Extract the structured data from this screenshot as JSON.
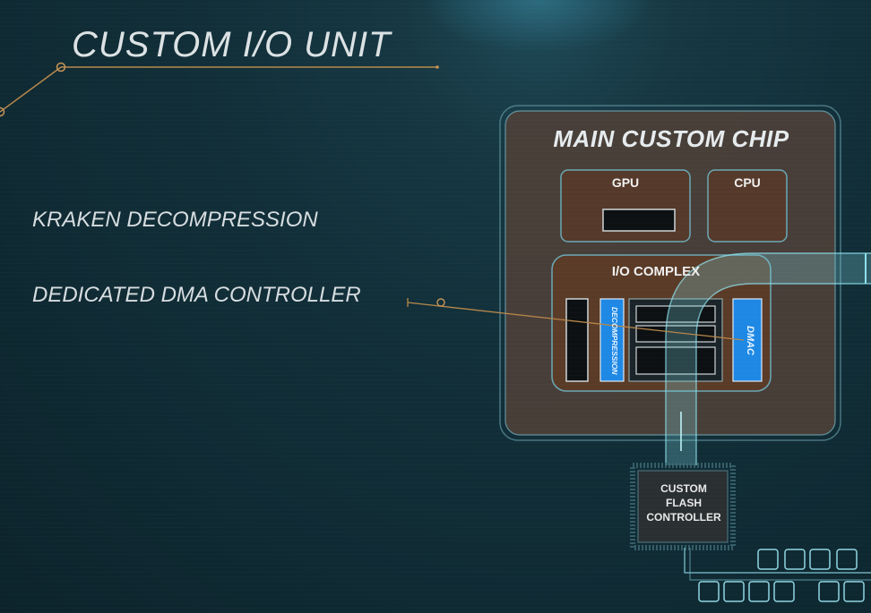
{
  "title": "CUSTOM I/O UNIT",
  "features": [
    "KRAKEN DECOMPRESSION",
    "DEDICATED DMA CONTROLLER"
  ],
  "chip": {
    "title": "MAIN CUSTOM CHIP",
    "gpu_label": "GPU",
    "cpu_label": "CPU",
    "io_complex_label": "I/O COMPLEX",
    "decompression_label": "DECOMPRESSION",
    "dmac_label": "DMAC"
  },
  "flash_controller": {
    "line1": "CUSTOM",
    "line2": "FLASH",
    "line3": "CONTROLLER"
  },
  "colors": {
    "background": "#12303a",
    "chip_fill": "#4a3c33",
    "teal_accent": "#5fb8c8",
    "blue_highlight": "#1e88e5",
    "callout_line": "#b08a4a"
  }
}
